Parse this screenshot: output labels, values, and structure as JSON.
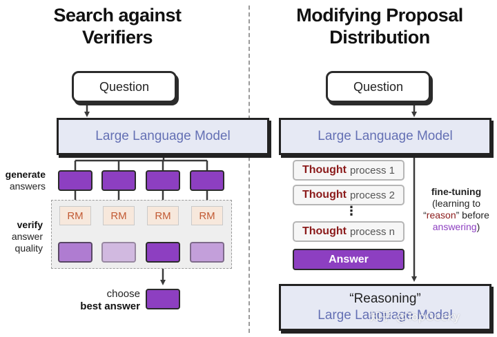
{
  "left": {
    "title_line1": "Search against",
    "title_line2": "Verifiers",
    "question": "Question",
    "llm": "Large Language Model",
    "generate_bold": "generate",
    "generate_rest": "answers",
    "rm_labels": [
      "RM",
      "RM",
      "RM",
      "RM"
    ],
    "verify_bold": "verify",
    "verify_line2": "answer",
    "verify_line3": "quality",
    "choose_line1": "choose",
    "choose_bold": "best answer",
    "verified_opacity": [
      0.65,
      0.3,
      1.0,
      0.45
    ]
  },
  "right": {
    "title_line1": "Modifying Proposal",
    "title_line2": "Distribution",
    "question": "Question",
    "llm": "Large Language Model",
    "thoughts": [
      {
        "word": "Thought",
        "rest": "process 1"
      },
      {
        "word": "Thought",
        "rest": "process 2"
      },
      {
        "word": "Thought",
        "rest": "process n"
      }
    ],
    "ellipsis": "⋮",
    "answer": "Answer",
    "ft_bold": "fine-tuning",
    "ft_line2": "(learning to",
    "ft_q_open": "“",
    "ft_reason": "reason",
    "ft_q_close": "” before",
    "ft_answering": "answering",
    "ft_paren": ")",
    "result_line1": "“Reasoning”",
    "result_line2": "Large Language Model"
  },
  "watermark": "知乎 @TopGeeky",
  "colors": {
    "purple": "#8d3fc1",
    "llm_bg": "#e6e9f4",
    "llm_text": "#6470b4",
    "rm_bg": "#f7e8dc",
    "rm_text": "#c25a34",
    "thought_red": "#8b1a1a"
  }
}
